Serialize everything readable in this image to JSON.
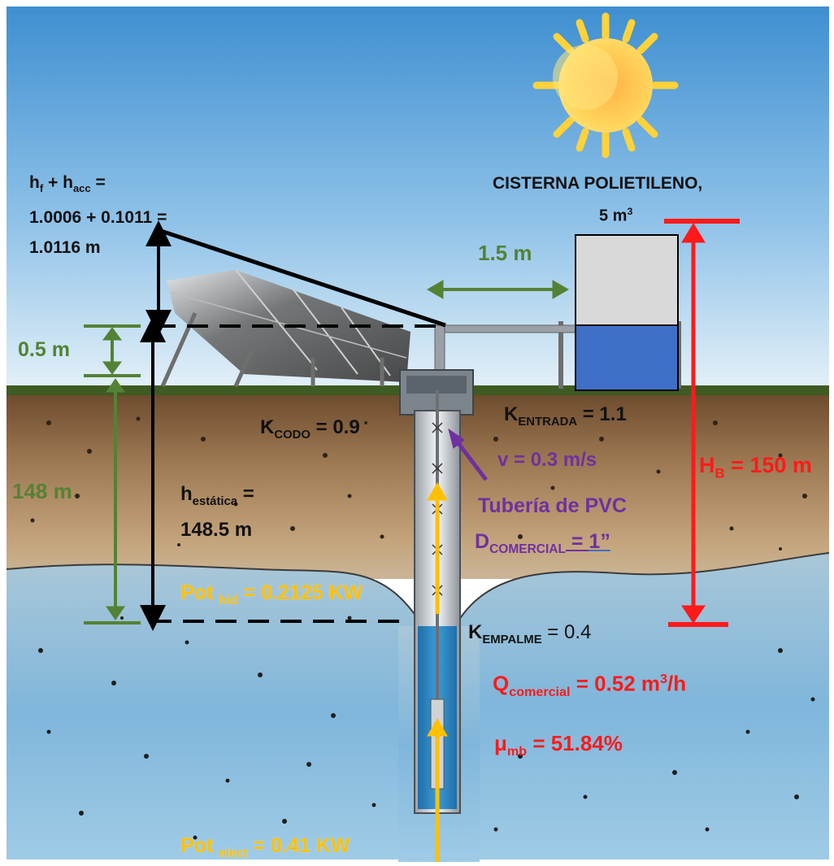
{
  "tank": {
    "title": "CISTERNA POLIETILENO,",
    "volume_value": "5 m",
    "volume_exp": "3",
    "distance": "1.5 m"
  },
  "friction": {
    "hf": "h",
    "hf_sub": "f",
    "plus": " + h",
    "acc_sub": "acc",
    "eq": " =",
    "line2": "1.0006 + 0.1011 =",
    "line3": "1.0116 m"
  },
  "heights": {
    "above": "0.5 m",
    "water_depth": "148 m",
    "static_h": "h",
    "static_sub": "estática",
    "static_eq": " =",
    "static_value": "148.5 m",
    "pump_head_h": "H",
    "pump_head_sub": "B",
    "pump_head_value": " = 150 m"
  },
  "coefficients": {
    "k_codo": "K",
    "k_codo_sub": "CODO",
    "k_codo_value": " = 0.9",
    "k_entrada": "K",
    "k_entrada_sub": "ENTRADA",
    "k_entrada_value": " = 1.1",
    "k_empalme": "K",
    "k_empalme_sub": "EMPALME",
    "k_empalme_value": " = 0.4"
  },
  "pipe": {
    "velocity": "v = 0.3 m/s",
    "material": "Tubería de PVC",
    "d": "D",
    "d_sub": "COMERCIAL",
    "d_eq": " = ",
    "d_value": "1”"
  },
  "performance": {
    "q": "Q",
    "q_sub": "comercial",
    "q_value": " = 0.52 m",
    "q_exp": "3",
    "q_unit": "/h",
    "mu": "μ",
    "mu_sub": "mb",
    "mu_value": " = 51.84%",
    "pot_hid": "Pot ",
    "pot_hid_sub": "hid",
    "pot_hid_value": " = 0.2125 KW",
    "pot_elect": "Pot ",
    "pot_elect_sub": "elect",
    "pot_elect_value": " = 0.41 KW"
  },
  "colors": {
    "green": "#548235",
    "red": "#ff1a1a",
    "purple": "#7030a0",
    "gold": "#ffc000",
    "sky": "#5a9ed6",
    "tank_water": "#3f6fc7"
  }
}
